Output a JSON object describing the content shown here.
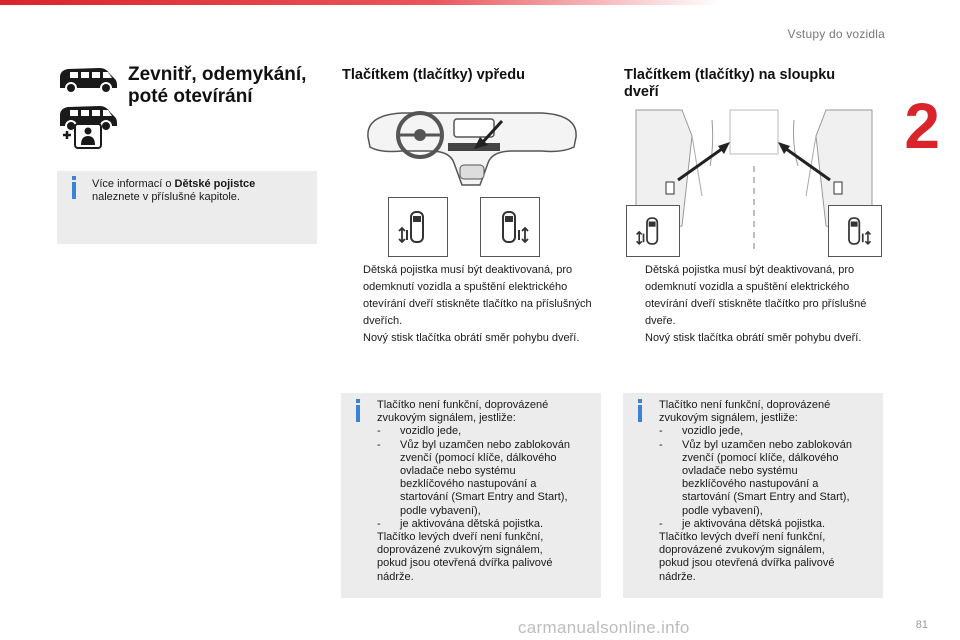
{
  "header": {
    "section_title": "Vstupy do vozidla",
    "chapter": "2"
  },
  "main_heading": {
    "line1": "Zevnitř, odemykání,",
    "line2": "poté otevírání"
  },
  "info_note": {
    "prefix": "Více informací o ",
    "bold": "Dětské pojistce",
    "suffix": "naleznete v příslušné kapitole."
  },
  "section_front": {
    "title": "Tlačítkem (tlačítky) vpředu",
    "bullets": [
      "Dětská pojistka musí být deaktivovaná, pro odemknutí vozidla a spuštění elektrického otevírání dveří stiskněte tlačítko na příslušných dveřích.",
      "Nový stisk tlačítka obrátí směr pohybu dveří."
    ],
    "info": {
      "intro1": "Tlačítko není funkční, doprovázené",
      "intro2": "zvukovým signálem, jestliže:",
      "dash1": "vozidlo jede,",
      "dash2_l1": "Vůz byl uzamčen nebo zablokován",
      "dash2_l2": "zvenčí (pomocí klíče, dálkového",
      "dash2_l3": "ovladače nebo systému",
      "dash2_l4": "bezklíčového nastupování a",
      "dash2_l5": "startování (Smart Entry and Start),",
      "dash2_l6": "podle vybavení),",
      "dash3": "je aktivována dětská pojistka.",
      "outro1": "Tlačítko levých dveří není funkční,",
      "outro2": "doprovázené zvukovým signálem,",
      "outro3": "pokud jsou otevřená dvířka palivové",
      "outro4": "nádrže."
    }
  },
  "section_pillar": {
    "title_l1": "Tlačítkem (tlačítky) na sloupku",
    "title_l2": "dveří",
    "bullets": [
      "Dětská pojistka musí být deaktivovaná, pro odemknutí vozidla a spuštění elektrického otevírání dveří stiskněte tlačítko pro příslušné dveře.",
      "Nový stisk tlačítka obrátí směr pohybu dveří."
    ],
    "info": {
      "intro1": "Tlačítko není funkční, doprovázené",
      "intro2": "zvukovým signálem, jestliže:",
      "dash1": "vozidlo jede,",
      "dash2_l1": "Vůz byl uzamčen nebo zablokován",
      "dash2_l2": "zvenčí (pomocí klíče, dálkového",
      "dash2_l3": "ovladače nebo systému",
      "dash2_l4": "bezklíčového nastupování a",
      "dash2_l5": "startování (Smart Entry and Start),",
      "dash2_l6": "podle vybavení),",
      "dash3": "je aktivována dětská pojistka.",
      "outro1": "Tlačítko levých dveří není funkční,",
      "outro2": "doprovázené zvukovým signálem,",
      "outro3": "pokud jsou otevřená dvířka palivové",
      "outro4": "nádrže."
    }
  },
  "bullet_marker": "",
  "dash_marker": "-",
  "page_number": "81",
  "watermark": "carmanualsonline.info",
  "colors": {
    "accent_red": "#d9242b",
    "info_blue": "#3c82d6",
    "box_grey": "#ececec"
  },
  "icons": [
    "van-icon",
    "van-side-door-icon",
    "child-seat-icon",
    "info-icon",
    "sliding-door-button-icon",
    "arrow-icon"
  ]
}
